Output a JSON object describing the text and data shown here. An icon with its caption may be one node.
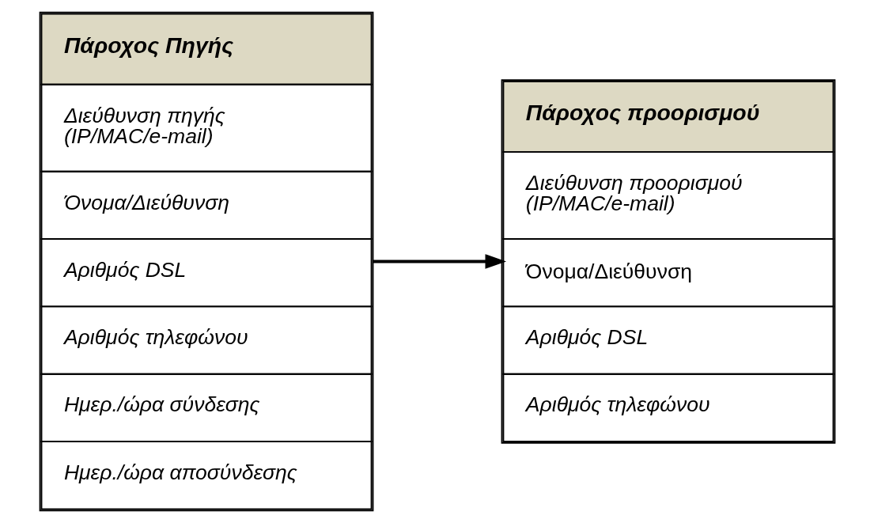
{
  "diagram": {
    "nodes": [
      {
        "text": [
          "Πάροχος Πηγής",
          "Διεύθυνση πηγής (IP/MAC/e-mail)",
          "Όνομα/Διεύθυνση",
          "Αριθμός DSL",
          "Αριθμός τηλεφώνου",
          "Ημερ./ώρα σύνδεσης",
          "Ημερ./ώρα αποσύνδεσης"
        ]
      },
      {
        "text": [
          "Πάροχος προορισμού",
          "Διεύθυνση προορισμού (IP/MAC/e-mail)",
          "Όνομα/Διεύθυνση",
          "Αριθμός DSL",
          "Αριθμός τηλεφώνου"
        ]
      }
    ],
    "edges": [
      {
        "from": 0,
        "to": 1,
        "arrow": "to"
      }
    ]
  }
}
